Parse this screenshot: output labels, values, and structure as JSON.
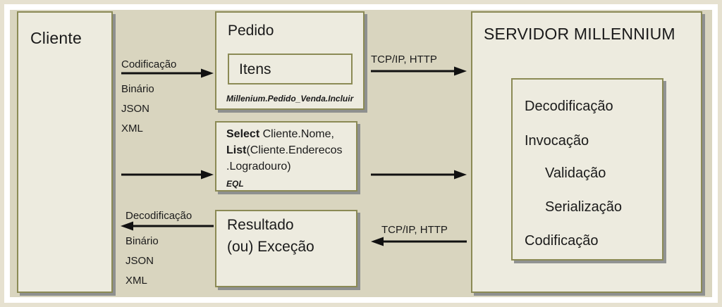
{
  "diagram": {
    "title": "Millennium client-server communication flow",
    "colors": {
      "canvas_beige": "#d9d5bf",
      "box_fill": "#edebdf",
      "box_border": "#8b8a55",
      "shadow": "#808486",
      "frame_outer": "#e6e1d0",
      "text": "#1a1a1a"
    }
  },
  "client": {
    "title": "Cliente"
  },
  "flows": {
    "encode": {
      "label": "Codificação",
      "formats": [
        "Binário",
        "JSON",
        "XML"
      ]
    },
    "decode": {
      "label": "Decodificação",
      "formats": [
        "Binário",
        "JSON",
        "XML"
      ]
    }
  },
  "protocols": {
    "request": "TCP/IP, HTTP",
    "response": "TCP/IP, HTTP"
  },
  "pedido": {
    "title": "Pedido",
    "inner_title": "Itens",
    "caption": "Millenium.Pedido_Venda.Incluir"
  },
  "query": {
    "line1_keyword": "Select",
    "line1_rest": " Cliente.Nome,",
    "line2_keyword": "List",
    "line2_rest": "(Cliente.Enderecos",
    "line3": ".Logradouro)",
    "tag": "EQL"
  },
  "result": {
    "line1": "Resultado",
    "line2": "(ou) Exceção"
  },
  "server": {
    "title": "SERVIDOR MILLENNIUM",
    "steps": [
      {
        "label": "Decodificação",
        "indent": 0
      },
      {
        "label": "Invocação",
        "indent": 0
      },
      {
        "label": "Validação",
        "indent": 1
      },
      {
        "label": "Serialização",
        "indent": 1
      },
      {
        "label": "Codificação",
        "indent": 0
      }
    ]
  }
}
